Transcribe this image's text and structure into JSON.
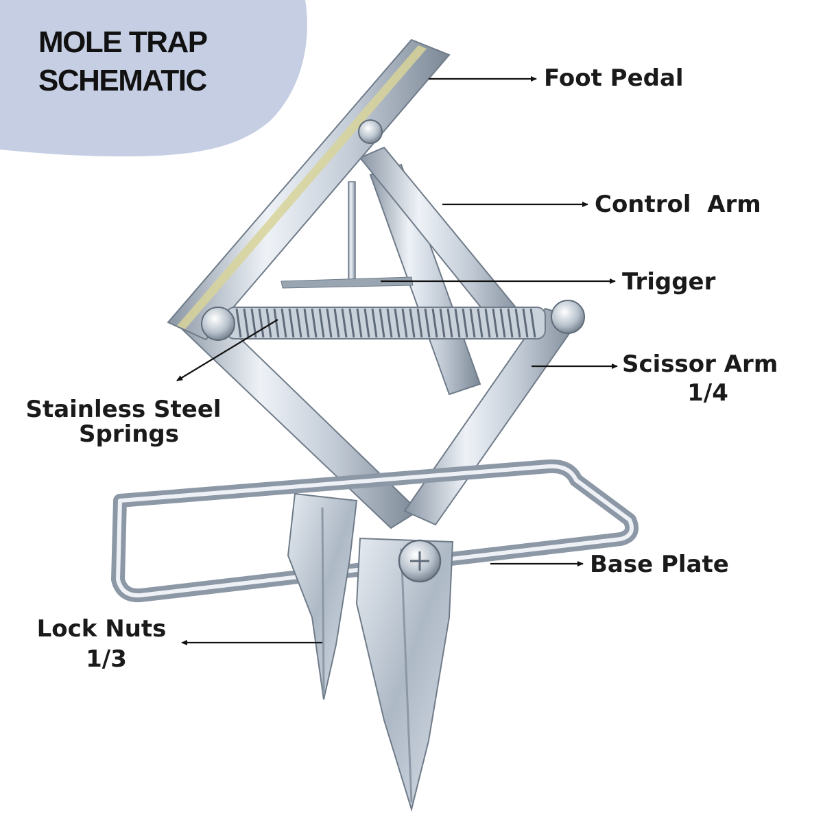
{
  "title": {
    "line1": "MOLE TRAP",
    "line2": "SCHEMATIC"
  },
  "labels": {
    "foot_pedal": "Foot Pedal",
    "control_arm": "Control  Arm",
    "trigger": "Trigger",
    "scissor_arm_1": "Scissor Arm",
    "scissor_arm_2": "1/4",
    "springs_1": "Stainless Steel",
    "springs_2": "Springs",
    "base_plate": "Base Plate",
    "lock_nuts_1": "Lock Nuts",
    "lock_nuts_2": "1/3"
  },
  "colors": {
    "title_blob": "#c5cee3",
    "metal_dark": "#7f8b99",
    "metal_mid": "#b9c4d0",
    "metal_light": "#e8edf3",
    "pedal_accent": "#d8d49a",
    "text": "#1a1a1a"
  }
}
